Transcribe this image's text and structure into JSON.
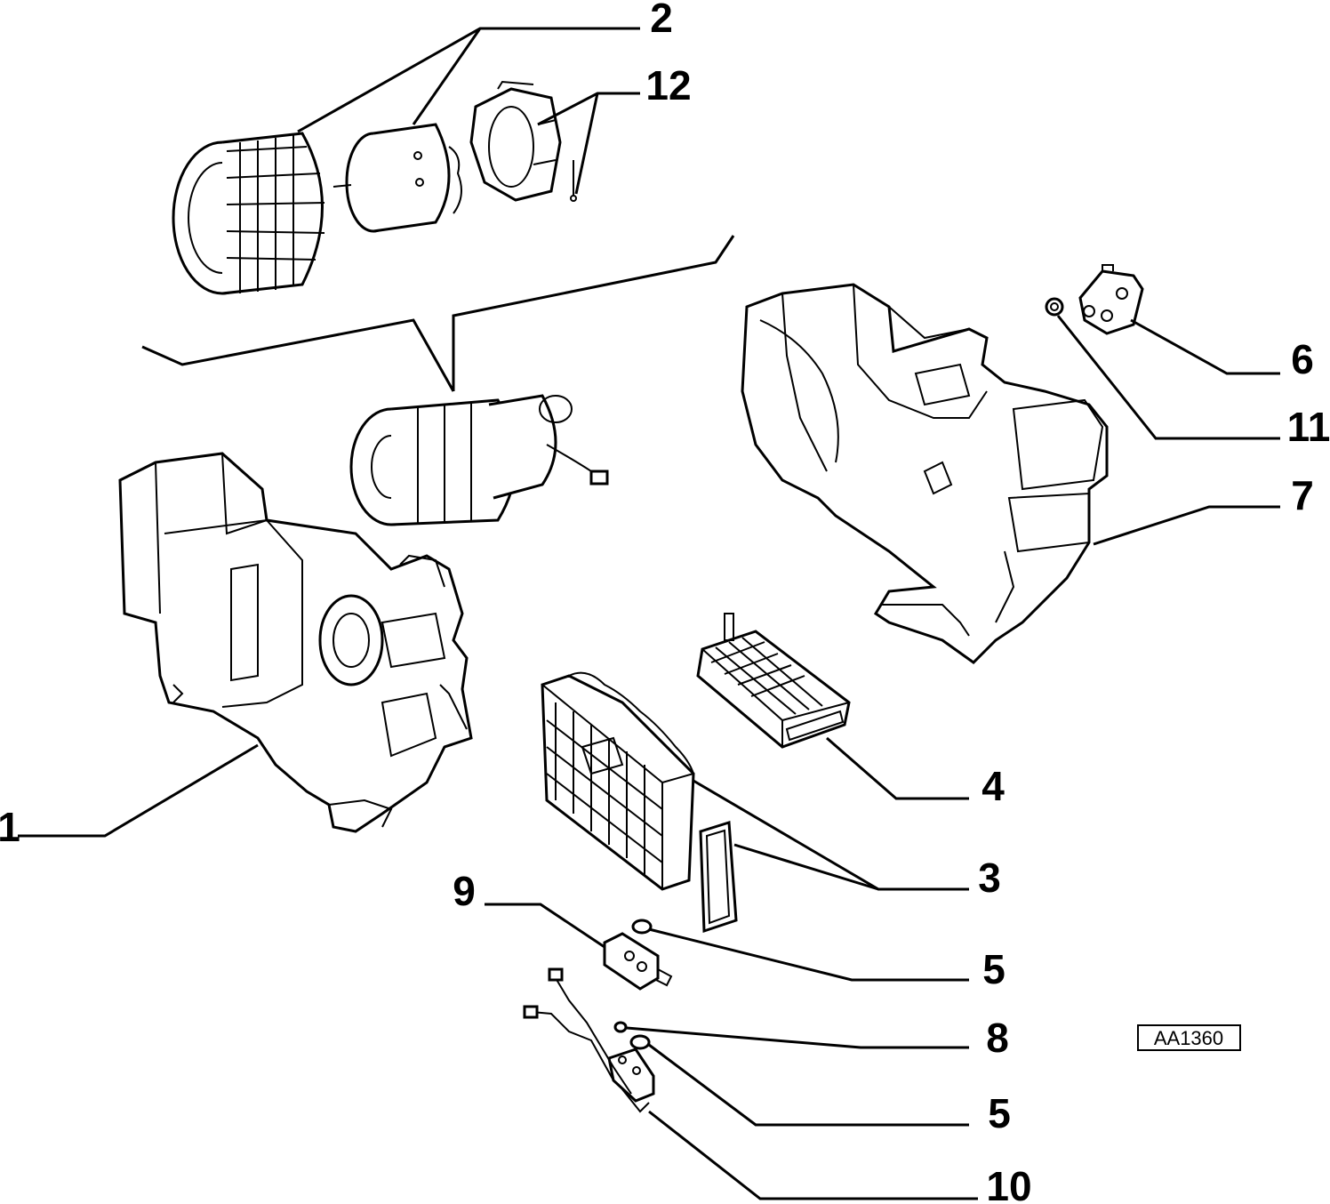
{
  "callouts": {
    "c1": "1",
    "c2": "2",
    "c3": "3",
    "c4": "4",
    "c5a": "5",
    "c5b": "5",
    "c6": "6",
    "c7": "7",
    "c8": "8",
    "c9": "9",
    "c10": "10",
    "c11": "11",
    "c12": "12"
  },
  "reference_code": "AA1360"
}
